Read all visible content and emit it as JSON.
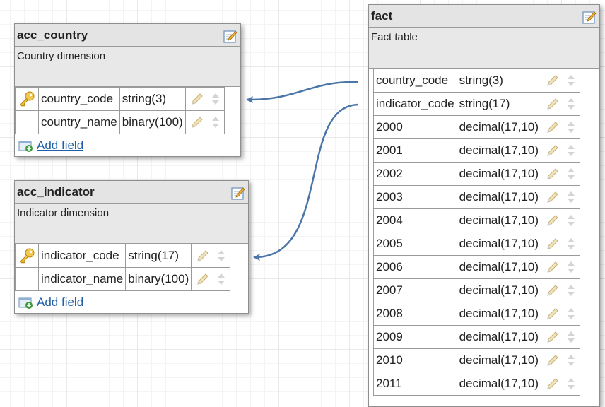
{
  "tables": {
    "acc_country": {
      "name": "acc_country",
      "description": "Country dimension",
      "add_field_label": "Add field",
      "fields": [
        {
          "name": "country_code",
          "type": "string(3)",
          "primary_key": true
        },
        {
          "name": "country_name",
          "type": "binary(100)",
          "primary_key": false
        }
      ]
    },
    "acc_indicator": {
      "name": "acc_indicator",
      "description": "Indicator dimension",
      "add_field_label": "Add field",
      "fields": [
        {
          "name": "indicator_code",
          "type": "string(17)",
          "primary_key": true
        },
        {
          "name": "indicator_name",
          "type": "binary(100)",
          "primary_key": false
        }
      ]
    },
    "fact": {
      "name": "fact",
      "description": "Fact table",
      "fields": [
        {
          "name": "country_code",
          "type": "string(3)"
        },
        {
          "name": "indicator_code",
          "type": "string(17)"
        },
        {
          "name": "2000",
          "type": "decimal(17,10)"
        },
        {
          "name": "2001",
          "type": "decimal(17,10)"
        },
        {
          "name": "2002",
          "type": "decimal(17,10)"
        },
        {
          "name": "2003",
          "type": "decimal(17,10)"
        },
        {
          "name": "2004",
          "type": "decimal(17,10)"
        },
        {
          "name": "2005",
          "type": "decimal(17,10)"
        },
        {
          "name": "2006",
          "type": "decimal(17,10)"
        },
        {
          "name": "2007",
          "type": "decimal(17,10)"
        },
        {
          "name": "2008",
          "type": "decimal(17,10)"
        },
        {
          "name": "2009",
          "type": "decimal(17,10)"
        },
        {
          "name": "2010",
          "type": "decimal(17,10)"
        },
        {
          "name": "2011",
          "type": "decimal(17,10)"
        }
      ]
    }
  },
  "relations": [
    {
      "from": "fact.country_code",
      "to": "acc_country.country_code"
    },
    {
      "from": "fact.indicator_code",
      "to": "acc_indicator.indicator_code"
    }
  ],
  "icons": {
    "edit": "edit-table-icon",
    "key": "primary-key-icon",
    "pencil": "pencil-icon",
    "reorder": "reorder-arrows-icon",
    "add": "add-field-icon"
  },
  "colors": {
    "connector": "#4a76a8",
    "link": "#1f5fa8",
    "header": "#e4e4e4"
  }
}
